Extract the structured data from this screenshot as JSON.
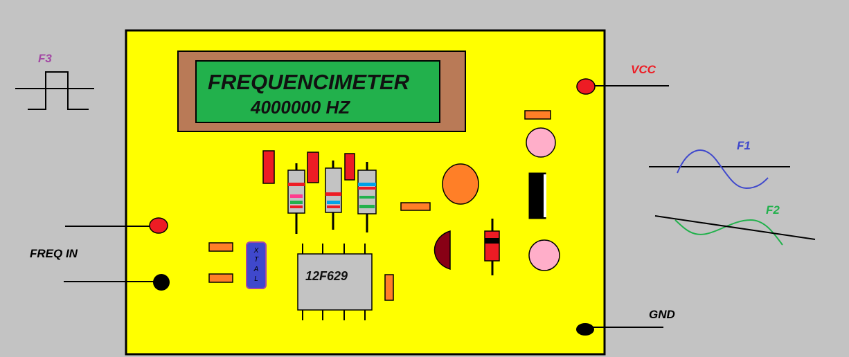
{
  "lcd": {
    "line1": "FREQUENCIMETER",
    "line2": "4000000 HZ"
  },
  "chip": {
    "label": "12F629"
  },
  "crystal": {
    "letters": [
      "X",
      "T",
      "A",
      "L"
    ]
  },
  "terminals": {
    "vcc": "VCC",
    "gnd": "GND",
    "freq_in": "FREQ IN"
  },
  "signals": {
    "f1": "F1",
    "f2": "F2",
    "f3": "F3"
  },
  "colors": {
    "background": "#c3c3c3",
    "board": "#ffff00",
    "lcd_frame": "#b97a57",
    "lcd_screen": "#22b14c",
    "f1": "#3f48cc",
    "f2": "#22b14c",
    "f3": "#a349a4",
    "pad_red": "#ed1c24",
    "pad_black": "#000000",
    "capacitor": "#ff7f27",
    "led": "#ffaec9",
    "chip": "#c3c3c3",
    "crystal": "#3f48cc"
  }
}
